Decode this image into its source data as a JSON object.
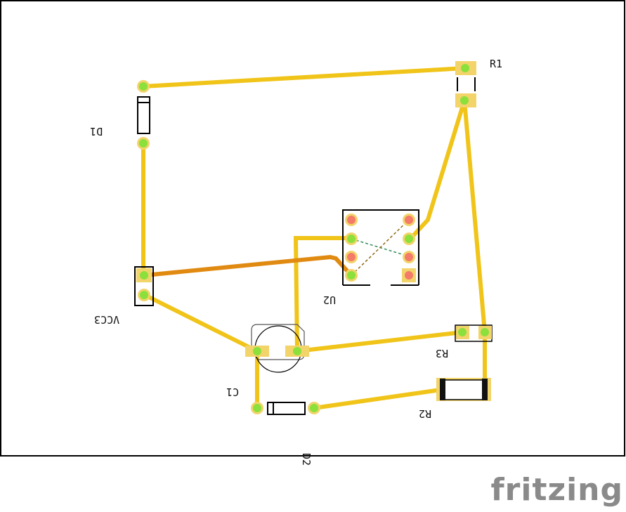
{
  "app": {
    "logo_text": "fritzing"
  },
  "colors": {
    "trace_top": "#f0c419",
    "trace_bottom": "#e08a12",
    "pad_connected": "#8be03c",
    "pad_unrouted": "#f47a6a",
    "pad_ring": "#f2d46a",
    "outline": "#000000",
    "ratsnest_green": "#2e8b57",
    "ratsnest_brown": "#8b6914"
  },
  "parts": {
    "r1": "R1",
    "d1": "D1",
    "u2": "U2",
    "vcc3": "VCC3",
    "r3": "R3",
    "c1": "C1",
    "r2": "R2",
    "d2": "D2"
  }
}
